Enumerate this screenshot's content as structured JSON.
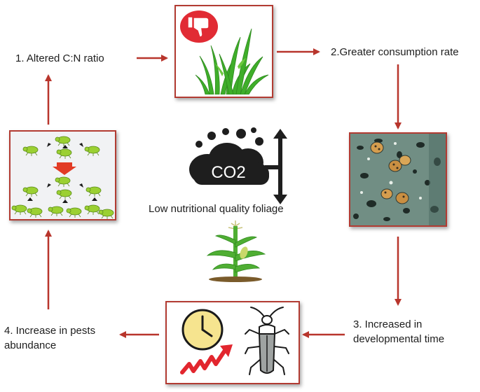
{
  "diagram": {
    "steps": [
      {
        "id": "step1",
        "label": "1.   Altered C:N ratio"
      },
      {
        "id": "step2",
        "label": "2.Greater consumption rate"
      },
      {
        "id": "step3",
        "label": "3. Increased in\ndevelopmental time"
      },
      {
        "id": "step4",
        "label": "4. Increase in pests\nabundance"
      }
    ],
    "center": {
      "co2_label": "CO2",
      "caption": "Low nutritional quality foliage"
    },
    "icons": {
      "top": [
        "thumbs-down-icon",
        "grass-plant-icon"
      ],
      "right": [
        "chewed-leaf-beetles-photo"
      ],
      "bottom": [
        "clock-icon",
        "rising-arrow-icon",
        "insect-icon"
      ],
      "left": [
        "aphid-multiplication-icon"
      ],
      "center": [
        "co2-cloud-icon",
        "up-down-arrow-icon",
        "corn-plant-icon"
      ]
    },
    "colors": {
      "arrow": "#b8352c",
      "box_border": "#b23b32",
      "thumb_badge": "#e12b34",
      "cloud": "#1e1e1e"
    }
  }
}
